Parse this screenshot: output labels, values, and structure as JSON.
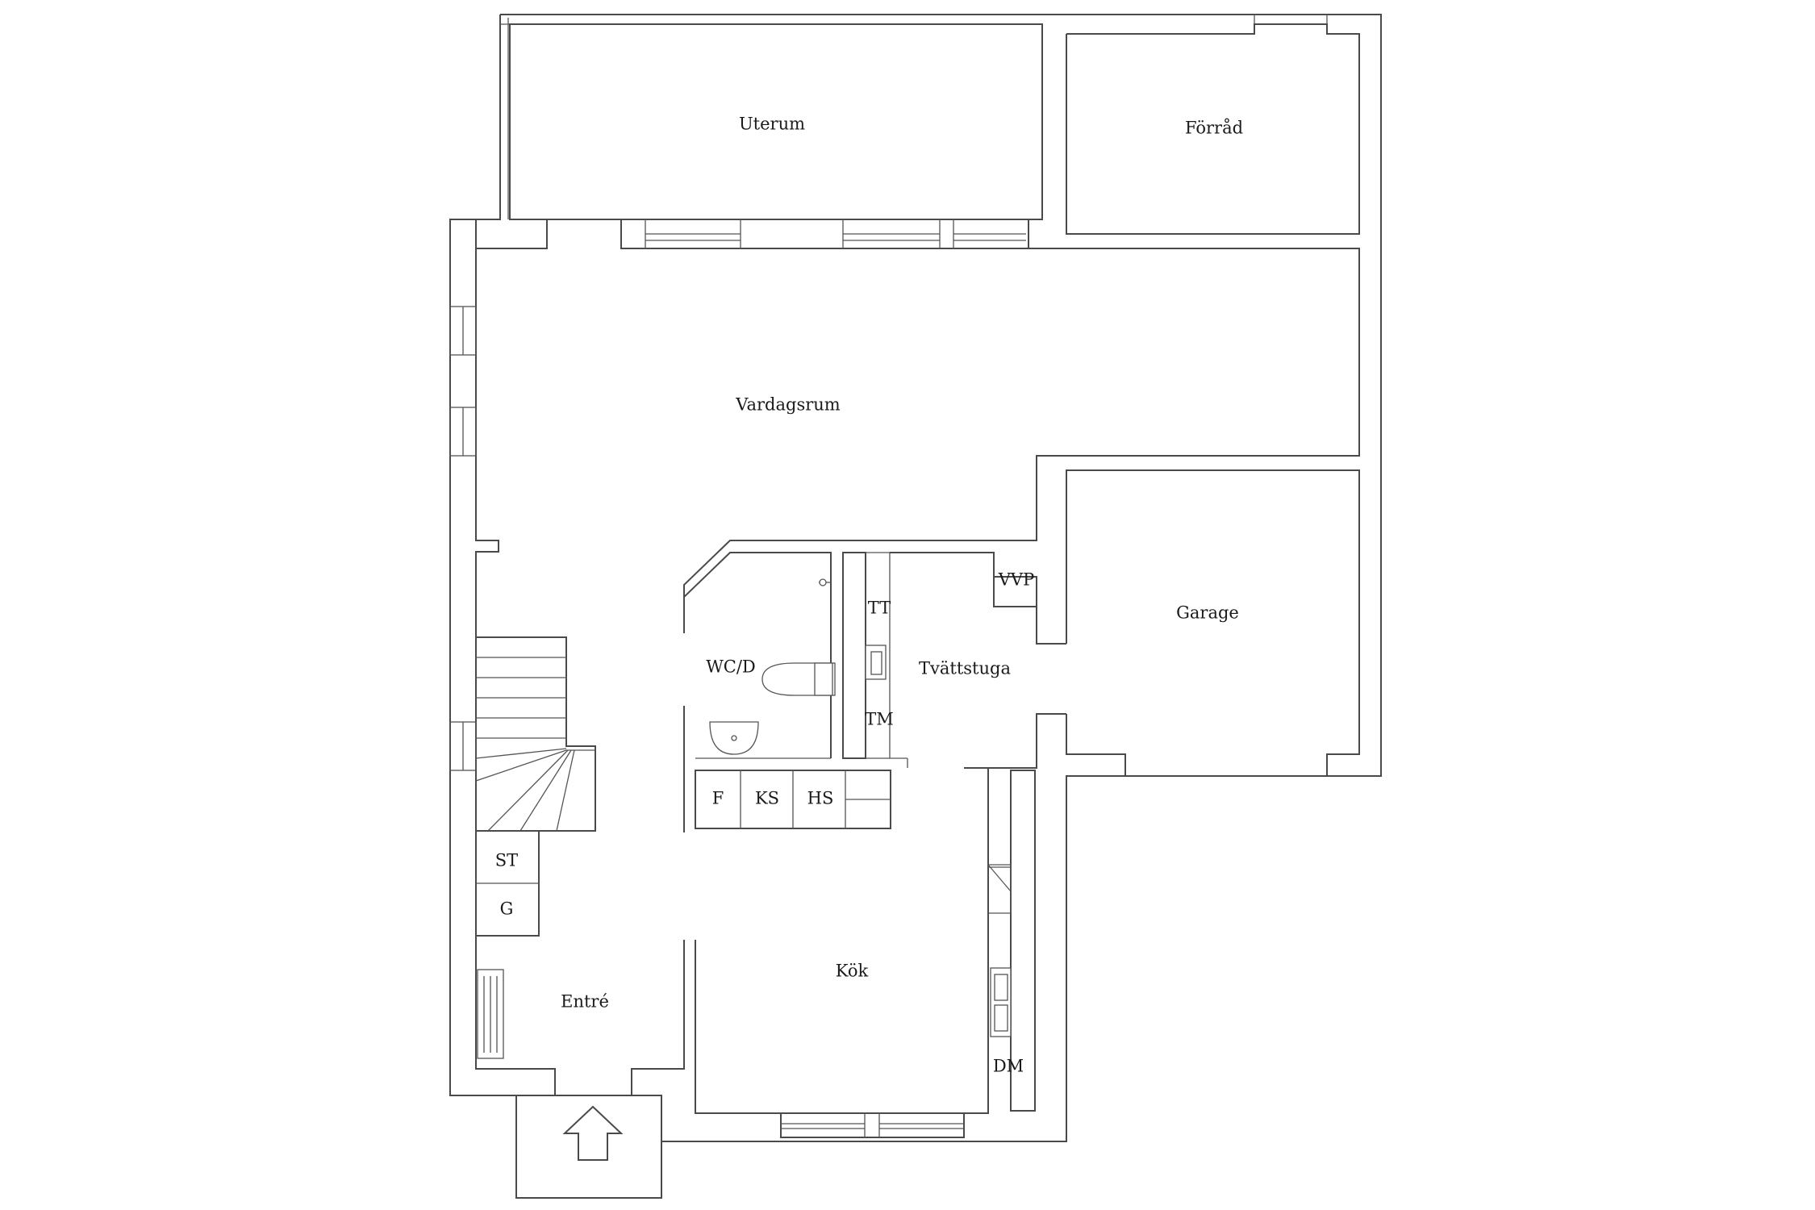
{
  "rooms": {
    "uterum": "Uterum",
    "forrad": "Förråd",
    "vardagsrum": "Vardagsrum",
    "garage": "Garage",
    "wc": "WC/D",
    "tvattstuga": "Tvättstuga",
    "kok": "Kök",
    "entre": "Entré"
  },
  "fixtures": {
    "vvp": "VVP",
    "tt": "TT",
    "tm": "TM",
    "f": "F",
    "ks": "KS",
    "hs": "HS",
    "st": "ST",
    "g": "G",
    "dm": "DM"
  },
  "colors": {
    "wall": "#4a4a4a",
    "background": "#ffffff",
    "text": "#1a1a1a"
  }
}
